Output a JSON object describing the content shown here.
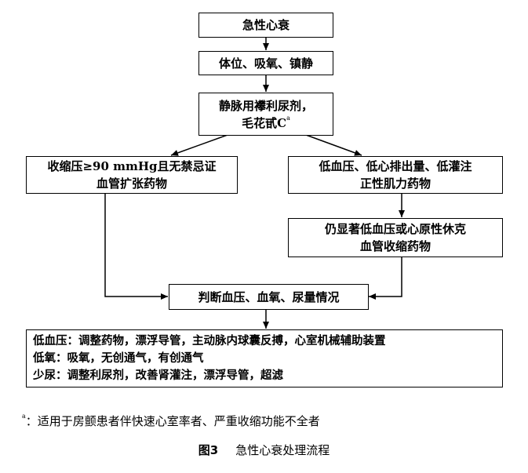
{
  "boxes": {
    "acute_hf": {
      "text": "急性心衰"
    },
    "position_oxygen": {
      "text": "体位、吸氧、镇静"
    },
    "diuretic": {
      "line1": "静脉用襻利尿剂，",
      "line2": "毛花甙C",
      "sup": "a"
    },
    "vasodilator": {
      "line1": "收缩压≥90 mmHg且无禁忌证",
      "line2": "血管扩张药物"
    },
    "inotrope": {
      "line1": "低血压、低心排出量、低灌注",
      "line2": "正性肌力药物"
    },
    "vasoconstrictor": {
      "line1": "仍显著低血压或心原性休克",
      "line2": "血管收缩药物"
    },
    "assess": {
      "text": "判断血压、血氧、尿量情况"
    },
    "management": {
      "line1": "低血压：调整药物，漂浮导管，主动脉内球囊反搏，心室机械辅助装置",
      "line2": "低氧：吸氧，无创通气，有创通气",
      "line3": "少尿：调整利尿剂，改善肾灌注，漂浮导管，超滤"
    }
  },
  "footnote": {
    "marker": "a",
    "text": "：适用于房颤患者伴快速心室率者、严重收缩功能不全者"
  },
  "caption": {
    "number": "图3",
    "title": "急性心衰处理流程"
  }
}
